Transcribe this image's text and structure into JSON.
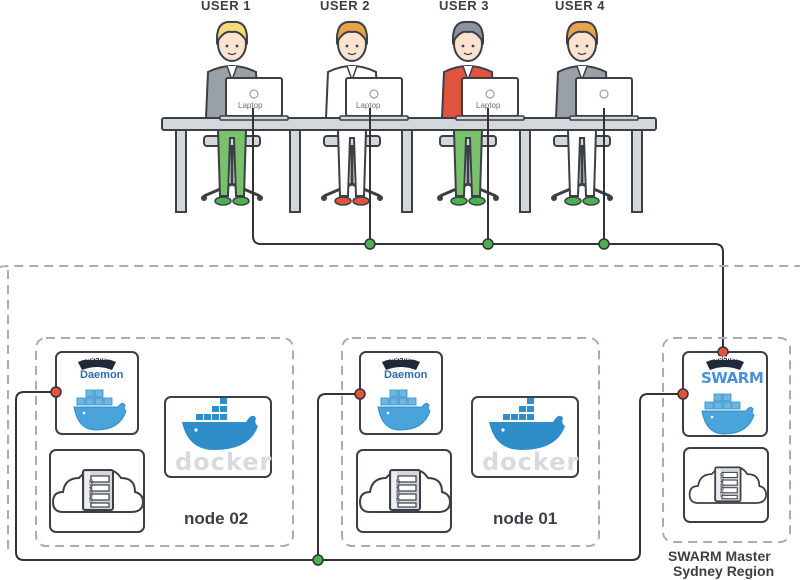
{
  "users": [
    {
      "label": "USER 1",
      "laptop": "Laptop",
      "hair": "#f6d97a",
      "shirt": "#9aa0a8",
      "pants": "#79c26b",
      "shoes": "#4caf50"
    },
    {
      "label": "USER 2",
      "laptop": "Laptop",
      "hair": "#e9a34b",
      "shirt": "#ffffff",
      "pants": "#ffffff",
      "shoes": "#e0533c"
    },
    {
      "label": "USER 3",
      "laptop": "Laptop",
      "hair": "#8c939c",
      "shirt": "#e0533c",
      "pants": "#79c26b",
      "shoes": "#4caf50"
    },
    {
      "label": "USER 4",
      "laptop": "",
      "hair": "#e9a34b",
      "shirt": "#9aa0a8",
      "pants": "#ffffff",
      "shoes": "#4caf50"
    }
  ],
  "nodes": {
    "node02": {
      "label": "node 02",
      "badge_brand": "docker",
      "badge_title": "Daemon",
      "logo_word": "docker",
      "storage": "STORAGE"
    },
    "node01": {
      "label": "node 01",
      "badge_brand": "docker",
      "badge_title": "Daemon",
      "logo_word": "docker",
      "storage": "STORAGE"
    },
    "master": {
      "label_line1": "SWARM Master",
      "label_line2": "Sydney Region",
      "badge_brand": "docker",
      "badge_title": "SWARM",
      "storage": "STORAGE"
    }
  },
  "colors": {
    "connector_green": "#4caf50",
    "connector_red": "#e0533c",
    "docker_blue": "#2f8ec9",
    "line": "#333333",
    "dashed": "#a8adb5"
  }
}
